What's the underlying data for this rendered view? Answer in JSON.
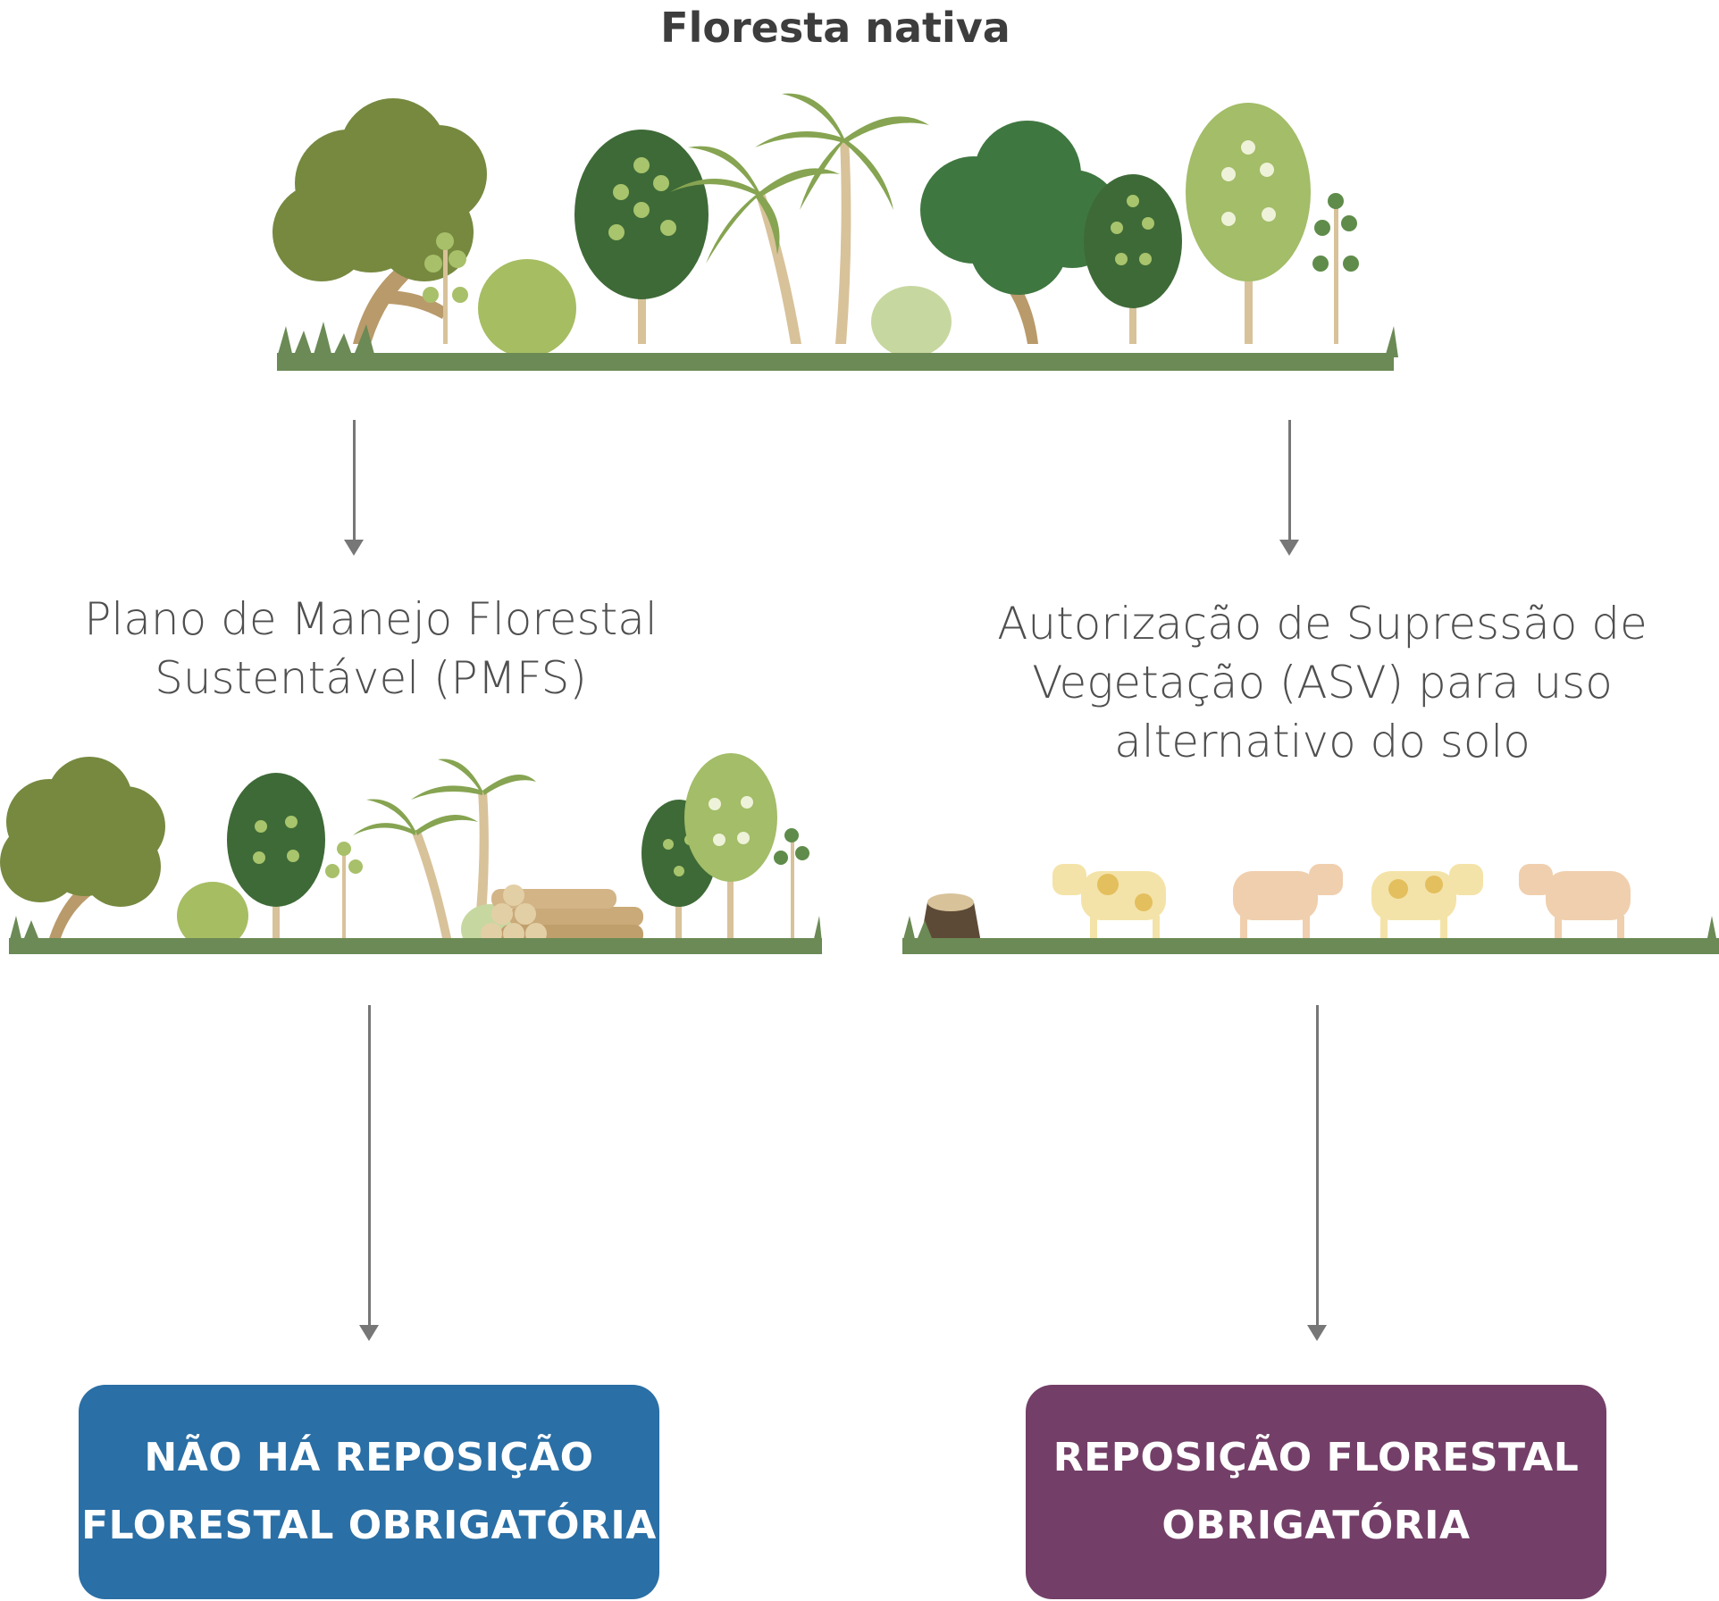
{
  "top": {
    "title": "Floresta nativa"
  },
  "left": {
    "label_lines": [
      "Plano de Manejo Florestal",
      "Sustentável (PMFS)"
    ],
    "outcome_lines": [
      "NÃO HÁ REPOSIÇÃO",
      "FLORESTAL OBRIGATÓRIA"
    ]
  },
  "right": {
    "label_lines": [
      "Autorização de Supressão de",
      "Vegetação (ASV) para uso",
      "alternativo do solo"
    ],
    "outcome_lines": [
      "REPOSIÇÃO FLORESTAL",
      "OBRIGATÓRIA"
    ]
  },
  "colors": {
    "left_box": "#2a6fa5",
    "right_box": "#733f68",
    "arrow": "#777777",
    "grass": "#6b8a55",
    "tree_dark": "#3d6e3c",
    "tree_mid": "#73873f",
    "tree_light": "#9eb866",
    "trunk": "#c9aa78"
  },
  "icons": {
    "top_scene": "forest-scene",
    "left_scene": "managed-forest-with-logs",
    "right_scene": "pasture-with-cattle"
  }
}
